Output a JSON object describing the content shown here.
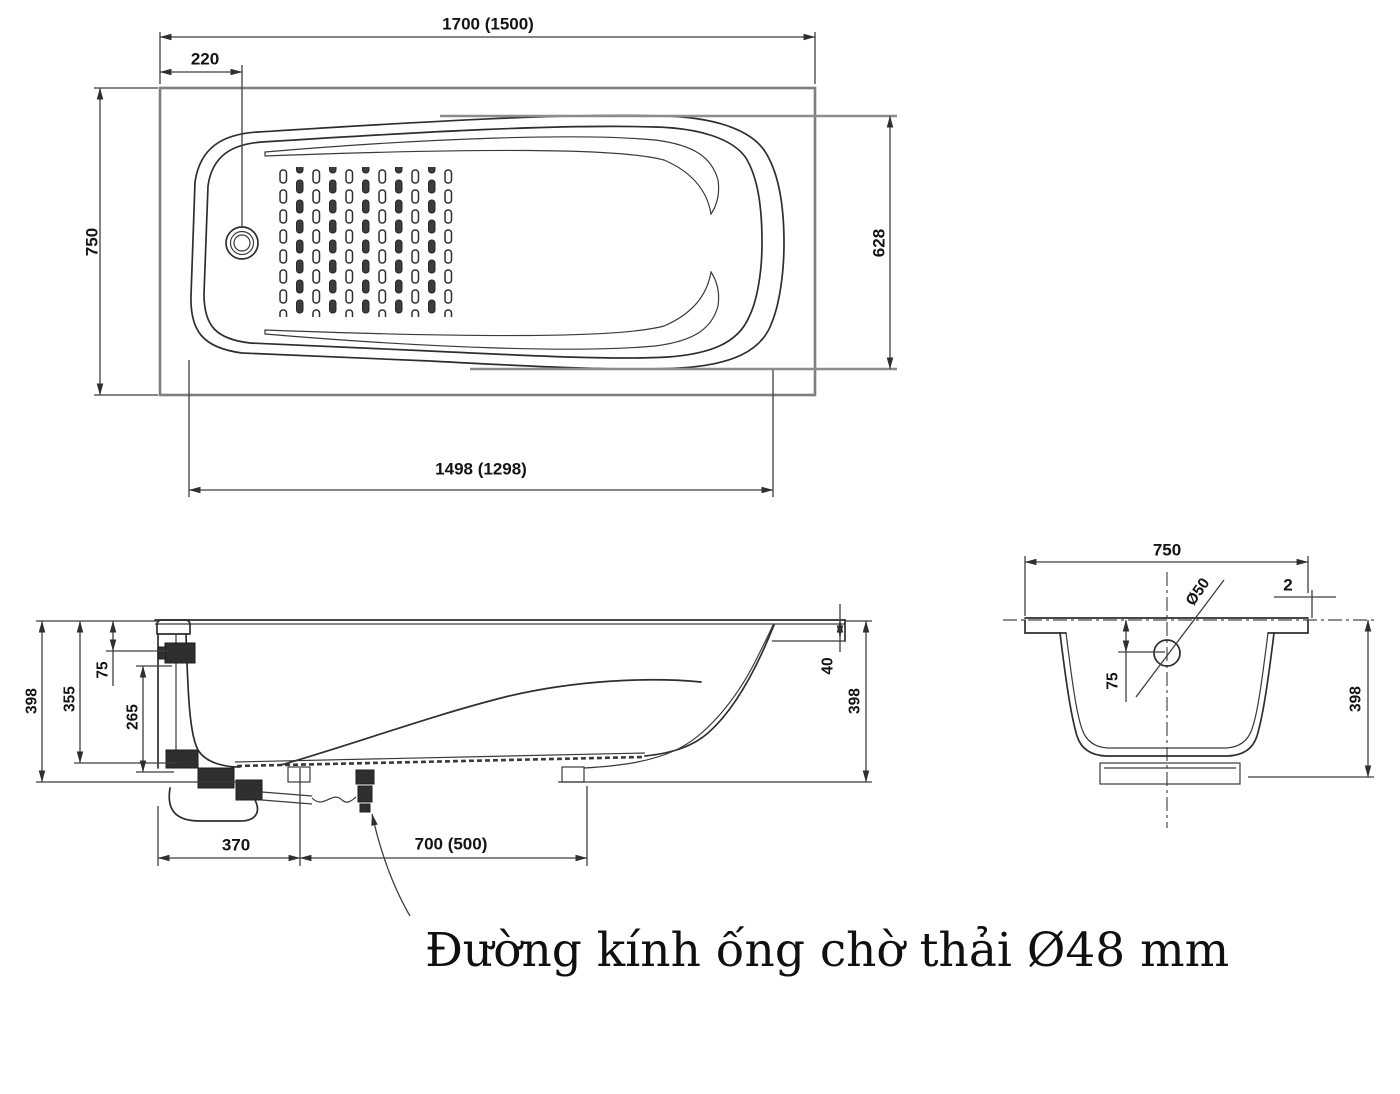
{
  "note": {
    "drain_pipe": "Đường kính ống chờ thải Ø48 mm"
  },
  "top_view": {
    "overall_length": "1700 (1500)",
    "drain_offset": "220",
    "overall_width": "750",
    "basin_width": "628",
    "basin_length": "1498 (1298)"
  },
  "side_view": {
    "overall_height": "398",
    "shell_height": "355",
    "overflow_drop": "75",
    "lower_height": "265",
    "trap_offset": "370",
    "pipe_offset": "700 (500)",
    "rim_drop": "40",
    "overall_height_right": "398"
  },
  "end_view": {
    "overall_width": "750",
    "rim_lip": "2",
    "drain_hole": "Ø50",
    "drain_drop": "75",
    "overall_height": "398"
  }
}
